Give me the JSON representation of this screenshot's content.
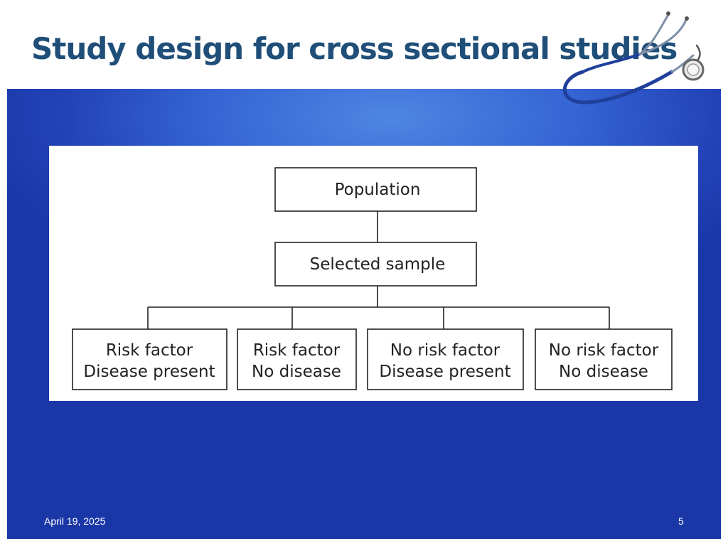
{
  "slide": {
    "title": "Study design for cross sectional studies",
    "date": "April 19, 2025",
    "page_number": "5"
  },
  "diagram": {
    "root": {
      "label": "Population"
    },
    "sample": {
      "label": "Selected sample"
    },
    "groups": [
      {
        "line1": "Risk factor",
        "line2": "Disease present"
      },
      {
        "line1": "Risk factor",
        "line2": "No disease"
      },
      {
        "line1": "No risk factor",
        "line2": "Disease present"
      },
      {
        "line1": "No risk factor",
        "line2": "No disease"
      }
    ]
  },
  "colors": {
    "title": "#1f4e79",
    "panel": "#2a4fc0",
    "stethoscope": "#1f3f9a"
  },
  "icons": [
    "stethoscope-icon"
  ]
}
